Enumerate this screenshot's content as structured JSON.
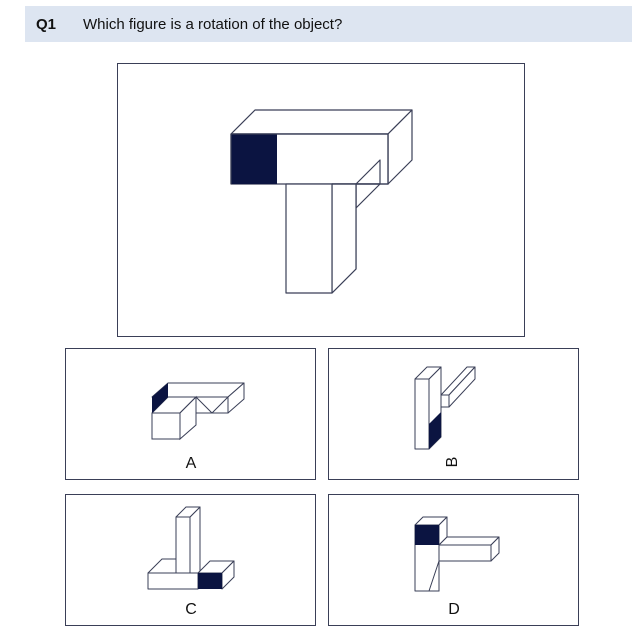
{
  "question": {
    "number": "Q1",
    "text": "Which figure is a rotation of the object?"
  },
  "options": [
    {
      "letter": "A"
    },
    {
      "letter": "B"
    },
    {
      "letter": "C"
    },
    {
      "letter": "D"
    }
  ],
  "colors": {
    "header_bg": "#dde5f1",
    "shade": "#0b1441",
    "line": "#3a3f57"
  }
}
